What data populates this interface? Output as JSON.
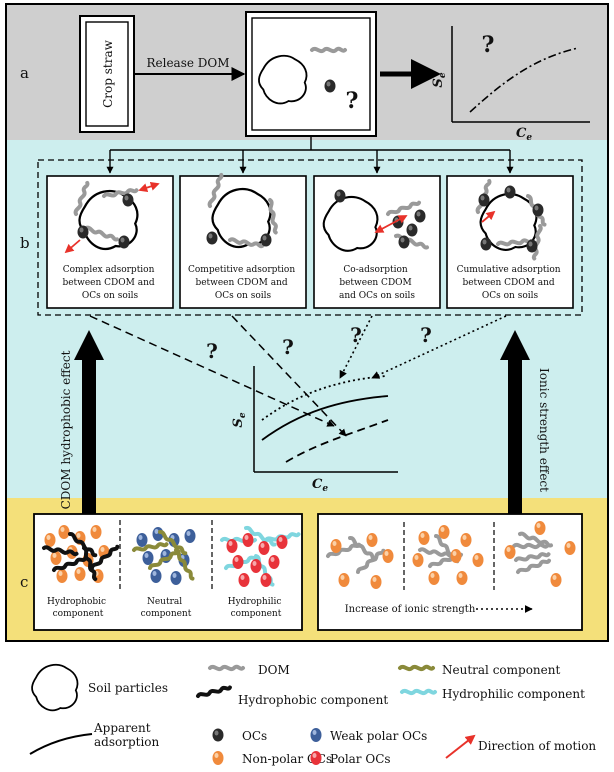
{
  "colors": {
    "panel_a": "#cfcfcf",
    "panel_b": "#cdeeee",
    "panel_c": "#f4e07a",
    "dom": "#9a9a9a",
    "hydrophobic": "#111111",
    "neutral": "#8a8a3a",
    "hydrophilic": "#7fd6df",
    "oc_dark": "#2a2a2a",
    "oc_blue": "#3d5f9a",
    "oc_orange": "#f08a3c",
    "oc_red": "#e8333a",
    "motion": "#e8322a"
  },
  "panels": {
    "a_label": "a",
    "b_label": "b",
    "c_label": "c"
  },
  "panel_a": {
    "crop_straw": "Crop straw",
    "release_dom": "Release DOM",
    "question": "?",
    "axis_y": "S",
    "axis_y_sub": "e",
    "axis_x": "C",
    "axis_x_sub": "e"
  },
  "panel_b": {
    "boxes": [
      {
        "line1": "Complex adsorption",
        "line2": "between CDOM and",
        "line3": "OCs on soils"
      },
      {
        "line1": "Competitive adsorption",
        "line2": "between CDOM and",
        "line3": "OCs on soils"
      },
      {
        "line1": "Co-adsorption",
        "line2": "between CDOM",
        "line3": "and OCs on soils"
      },
      {
        "line1": "Cumulative adsorption",
        "line2": "between CDOM and",
        "line3": "OCs on soils"
      }
    ],
    "question": "?",
    "axis_y": "S",
    "axis_y_sub": "e",
    "axis_x": "C",
    "axis_x_sub": "e",
    "left_effect": "CDOM hydrophobic effect",
    "right_effect": "Ionic strength effect"
  },
  "panel_c": {
    "hydrophobic_line1": "Hydrophobic",
    "hydrophobic_line2": "component",
    "neutral_line1": "Neutral",
    "neutral_line2": "component",
    "hydrophilic_line1": "Hydrophilic",
    "hydrophilic_line2": "component",
    "ionic_increase": "Increase of ionic strength"
  },
  "legend": {
    "soil_particles": "Soil particles",
    "dom": "DOM",
    "neutral_component": "Neutral component",
    "hydrophobic_component": "Hydrophobic component",
    "hydrophilic_component": "Hydrophilic component",
    "apparent_line1": "Apparent",
    "apparent_line2": "adsorption",
    "ocs": "OCs",
    "weak_polar_ocs": "Weak polar OCs",
    "non_polar_ocs": "Non-polar OCs",
    "polar_ocs": "Polar OCs",
    "direction_of_motion": "Direction of motion"
  }
}
